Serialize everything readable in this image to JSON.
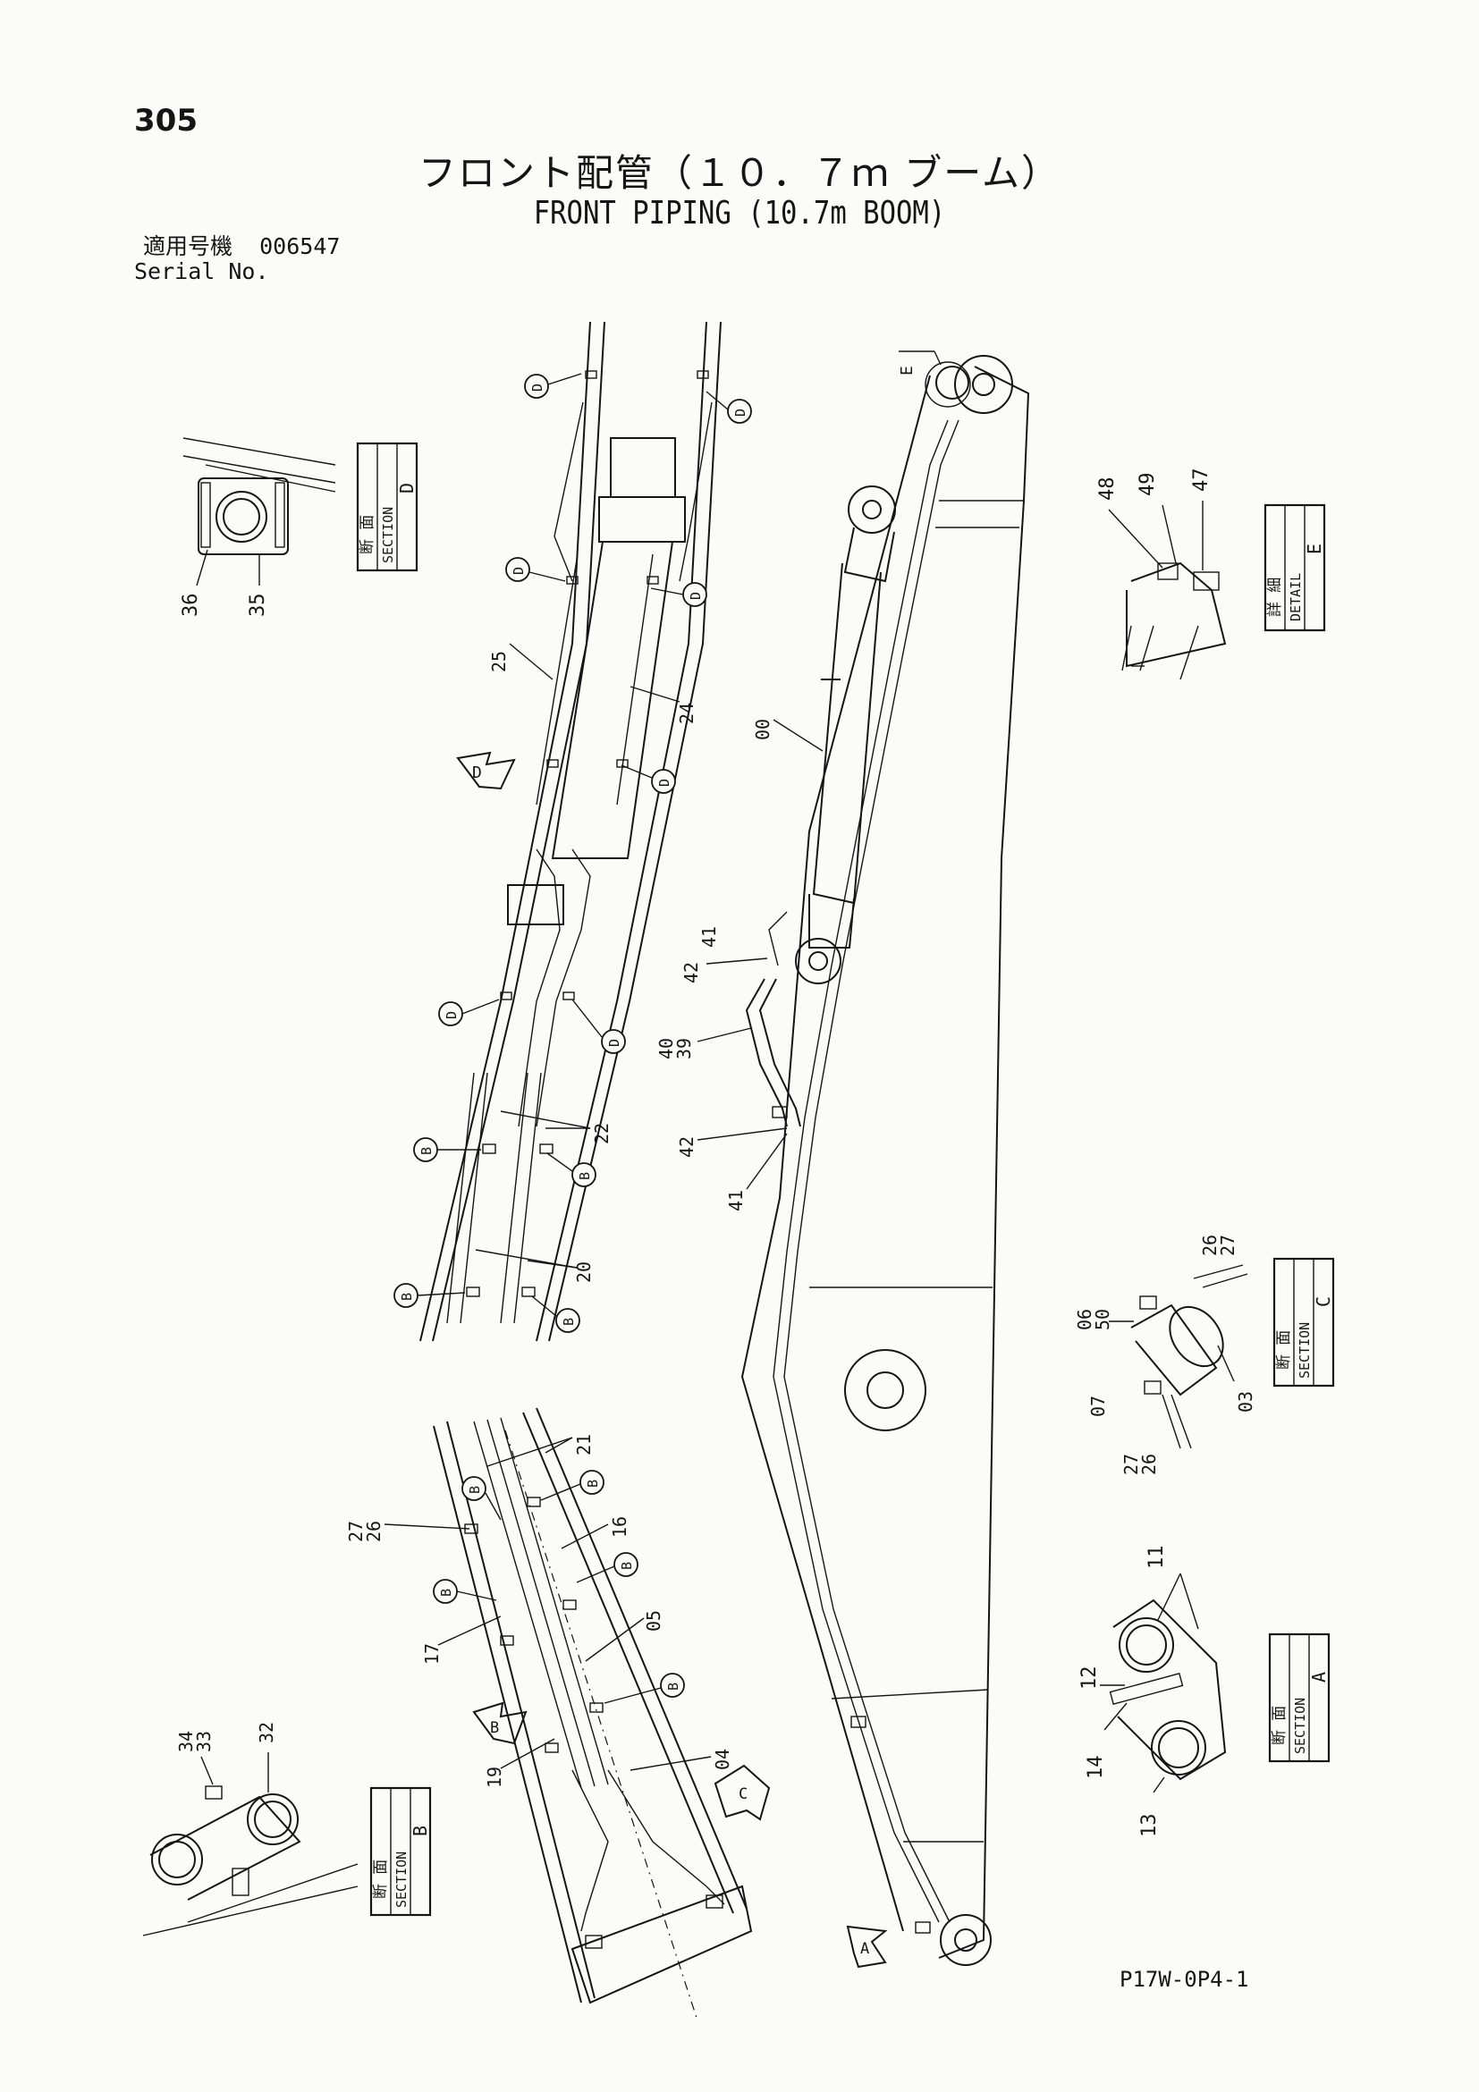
{
  "header": {
    "page_number": "305",
    "title_jp": "フロント配管（１０．７ｍ ブーム）",
    "title_en": "FRONT PIPING (10.7m BOOM)",
    "serial_label_jp": "適用号機",
    "serial_value": "006547",
    "serial_label_en": "Serial No."
  },
  "footer": {
    "drawing_code": "P17W-0P4-1"
  },
  "sections": {
    "d": {
      "jp": "断 面",
      "en": "SECTION",
      "letter": "D"
    },
    "e": {
      "jp": "詳 細",
      "en": "DETAIL",
      "letter": "E"
    },
    "c": {
      "jp": "断 面",
      "en": "SECTION",
      "letter": "C"
    },
    "a": {
      "jp": "断 面",
      "en": "SECTION",
      "letter": "A"
    },
    "b": {
      "jp": "断 面",
      "en": "SECTION",
      "letter": "B"
    }
  },
  "view_markers": {
    "d": "D",
    "b": "B",
    "c": "C",
    "a": "A",
    "e": "E"
  },
  "callouts": {
    "section_d": [
      "36",
      "35"
    ],
    "detail_e": [
      "48",
      "49",
      "47"
    ],
    "section_c": [
      "26",
      "27",
      "06",
      "50",
      "07",
      "27",
      "26",
      "03"
    ],
    "section_a": [
      "11",
      "12",
      "14",
      "13"
    ],
    "section_b": [
      "34",
      "33",
      "32"
    ],
    "boom_upper": [
      "25",
      "24",
      "22",
      "20"
    ],
    "boom_side": [
      "00",
      "41",
      "42",
      "40",
      "39",
      "42",
      "41"
    ],
    "boom_lower": [
      "21",
      "27",
      "26",
      "16",
      "17",
      "05",
      "19",
      "04"
    ]
  },
  "bubbles": {
    "d": "D",
    "b": "B"
  }
}
